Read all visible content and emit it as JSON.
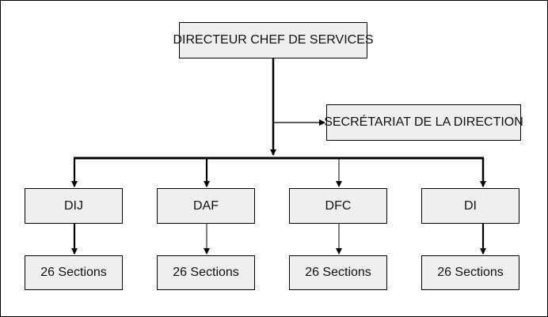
{
  "chart": {
    "root": "DIRECTEUR CHEF DE SERVICES",
    "secretariat": "SECRÉTARIAT DE LA DIRECTION",
    "departments": [
      {
        "name": "DIJ",
        "child": "26 Sections"
      },
      {
        "name": "DAF",
        "child": "26 Sections"
      },
      {
        "name": "DFC",
        "child": "26 Sections"
      },
      {
        "name": "DI",
        "child": "26 Sections"
      }
    ]
  },
  "colors": {
    "box_fill": "#efefef",
    "line": "#000000"
  }
}
